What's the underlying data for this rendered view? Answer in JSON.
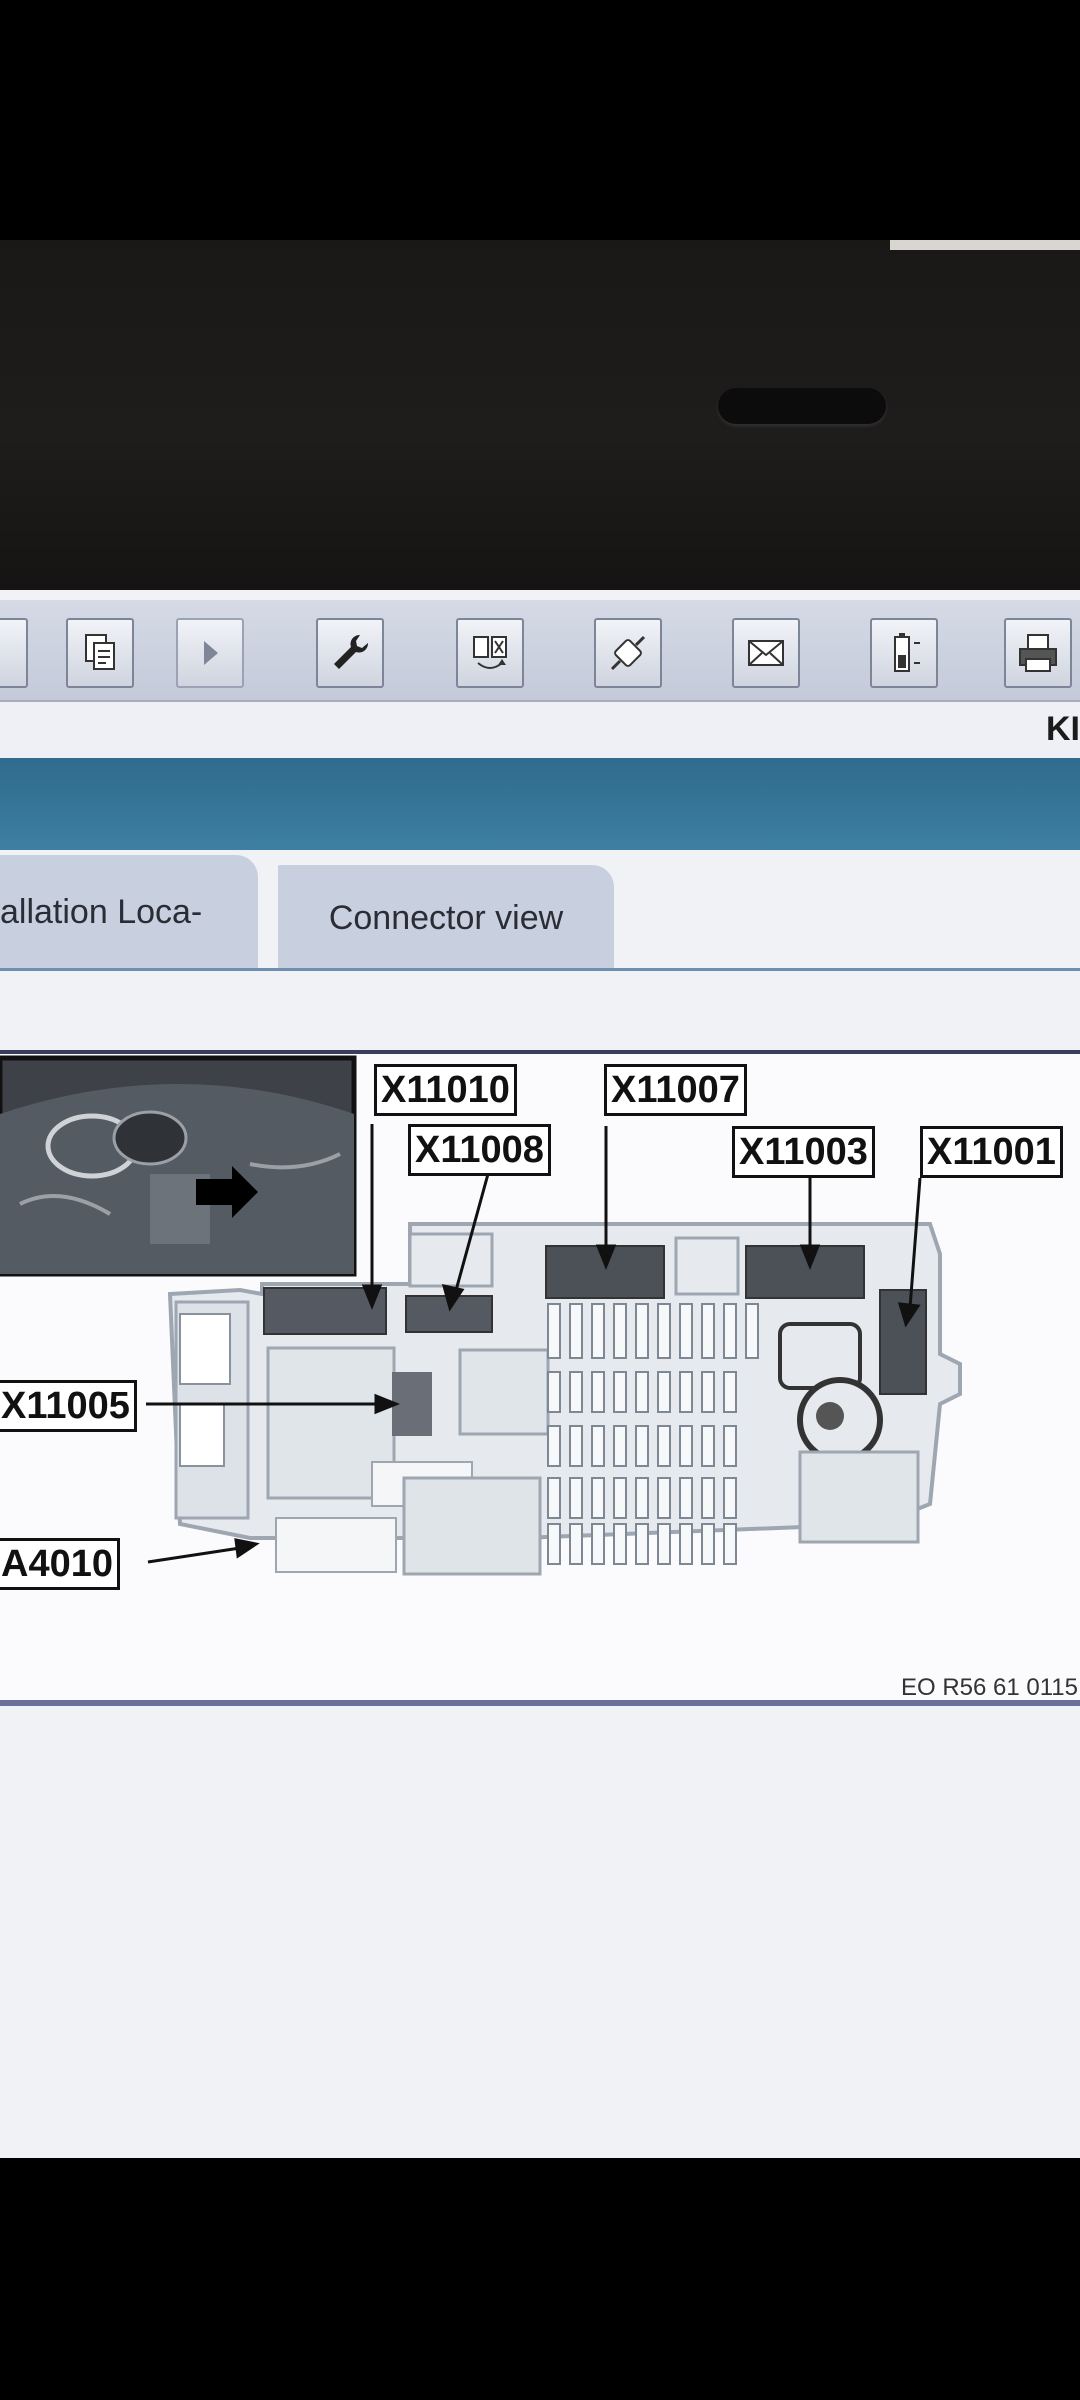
{
  "toolbar": {
    "buttons": [
      {
        "name": "document-list-icon"
      },
      {
        "name": "play-icon"
      },
      {
        "name": "wrench-icon"
      },
      {
        "name": "module-swap-icon"
      },
      {
        "name": "connection-icon"
      },
      {
        "name": "mail-icon"
      },
      {
        "name": "battery-icon"
      },
      {
        "name": "printer-icon"
      }
    ]
  },
  "header": {
    "right_text": "KI"
  },
  "tabs": [
    {
      "label": "allation Loca-"
    },
    {
      "label": "Connector view"
    }
  ],
  "diagram": {
    "labels": {
      "x11010": "X11010",
      "x11007": "X11007",
      "x11008": "X11008",
      "x11003": "X11003",
      "x11001": "X11001",
      "x11005": "X11005",
      "a4010": "A4010"
    },
    "reference": "EO R56 61 0115"
  },
  "colors": {
    "accent_band": "#3a7899",
    "tab": "#c8d0df",
    "toolbar": "#cdd2de"
  }
}
